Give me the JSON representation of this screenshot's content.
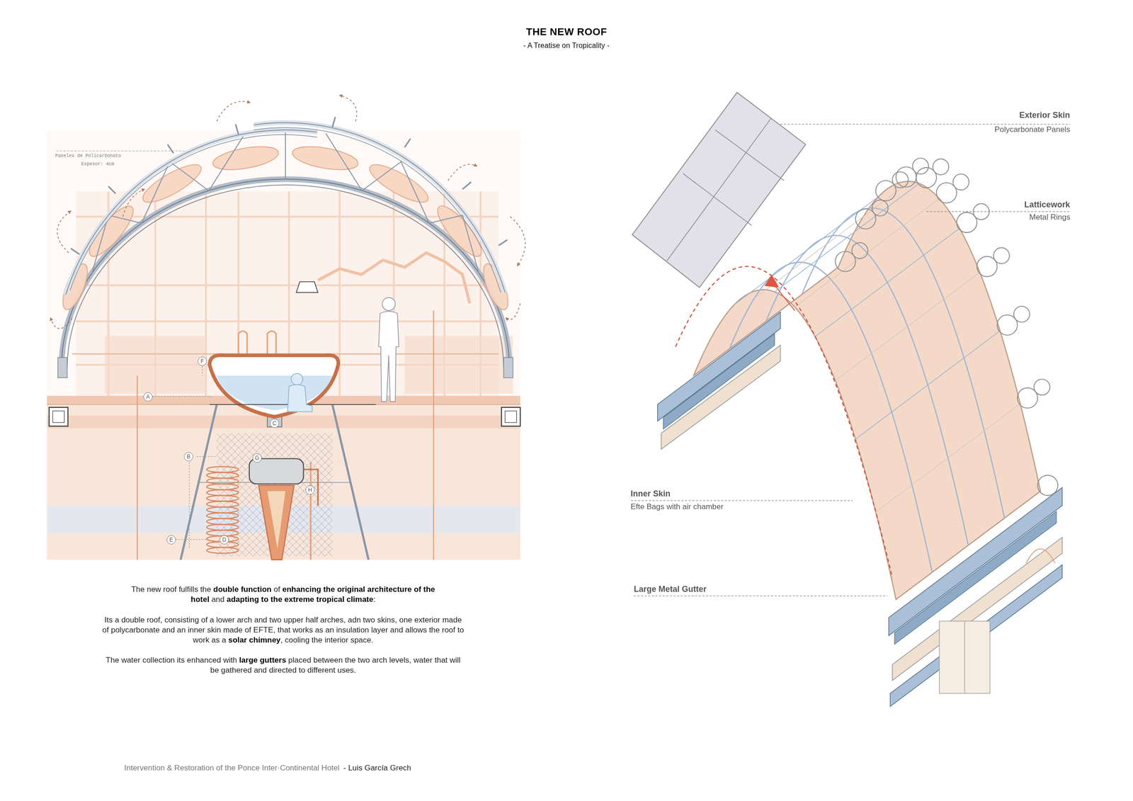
{
  "diagram": {
    "title": "THE NEW ROOF",
    "nodes": [
      {
        "text": [
          "F"
        ]
      },
      {
        "text": [
          "A"
        ]
      },
      {
        "text": [
          "C"
        ]
      },
      {
        "text": [
          "B"
        ]
      },
      {
        "text": [
          "G"
        ]
      },
      {
        "text": [
          "H"
        ]
      },
      {
        "text": [
          "E"
        ]
      },
      {
        "text": [
          "D"
        ]
      }
    ],
    "labels": [
      "- A Treatise on Tropicality -",
      "Paneles de Policarbonato",
      "Espesor: 4cm",
      "Exterior Skin",
      "Polycarbonate Panels",
      "Latticework",
      "Metal Rings",
      "Inner Skin",
      "Efte Bags with air chamber",
      "Large Metal Gutter",
      "The new roof fulfills the",
      "double function",
      "of",
      "enhancing the original architecture of the hotel",
      "and",
      "adapting to the extreme tropical climate",
      ":",
      "Its a double roof, consisting of a lower arch and two upper half arches, adn two skins, one exterior made of polycarbonate and an inner skin made of EFTE, that works as an insulation layer and allows the roof to work as a",
      "solar chimney",
      ", cooling the interior space.",
      "The water collection its enhanced with",
      "large gutters",
      "placed between the two arch levels, water that will be gathered and directed to different uses.",
      "Intervention & Restoration of the Ponce Inter·Continental Hotel",
      "- Luis García Grech"
    ]
  }
}
